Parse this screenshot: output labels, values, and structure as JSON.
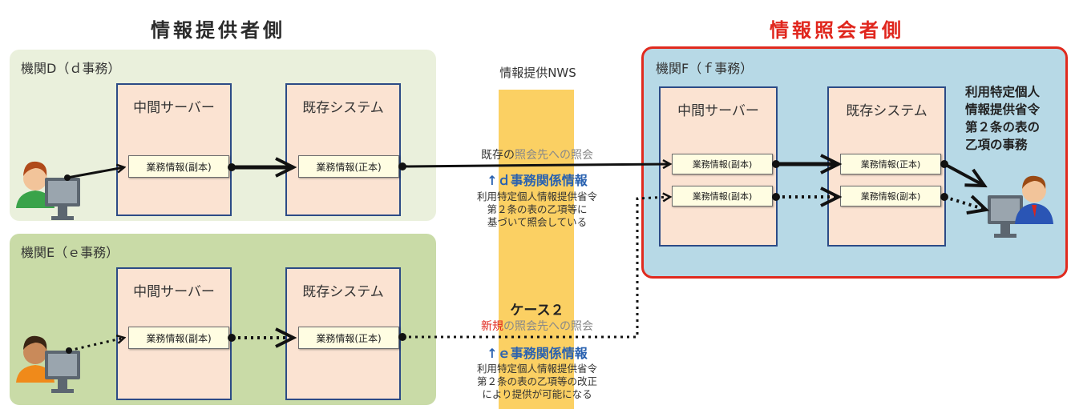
{
  "headings": {
    "provider": "情報提供者側",
    "requester": "情報照会者側"
  },
  "agency_d": {
    "title": "機関D（ｄ事務）",
    "middle_server": {
      "title": "中間サーバー",
      "record": "業務情報(副本)"
    },
    "existing_system": {
      "title": "既存システム",
      "record": "業務情報(正本)"
    }
  },
  "agency_e": {
    "title": "機関E（ｅ事務）",
    "middle_server": {
      "title": "中間サーバー",
      "record": "業務情報(副本)"
    },
    "existing_system": {
      "title": "既存システム",
      "record": "業務情報(正本)"
    }
  },
  "agency_f": {
    "title": "機関F（ｆ事務）",
    "middle_server": {
      "title": "中間サーバー",
      "record_1": "業務情報(副本)",
      "record_2": "業務情報(副本)"
    },
    "existing_system": {
      "title": "既存システム",
      "record_1": "業務情報(正本)",
      "record_2": "業務情報(副本)"
    },
    "target_text": [
      "利用特定個人",
      "情報提供省令",
      "第２条の表の",
      "乙項の事務"
    ]
  },
  "nws": {
    "label": "情報提供NWS"
  },
  "case1": {
    "query_prefix": "既存の",
    "query_suffix": "照会先への照会",
    "info": "↑ｄ事務関係情報",
    "description": [
      "利用特定個人情報提供省令",
      "第２条の表の乙項等に",
      "基づいて照会している"
    ]
  },
  "case2": {
    "label": "ケース２",
    "query_new": "新規",
    "query_suffix": "の照会先への照会",
    "info": "↑ｅ事務関係情報",
    "description": [
      "利用特定個人情報提供省令",
      "第２条の表の乙項等の改正",
      "により提供が可能になる"
    ]
  },
  "colors": {
    "requester_heading": "#e0261d",
    "requester_panel_border": "#e02a1e",
    "nws_bar": "#fbd063",
    "server_box": "#fbe3d2",
    "info_text": "#2a62b0"
  }
}
